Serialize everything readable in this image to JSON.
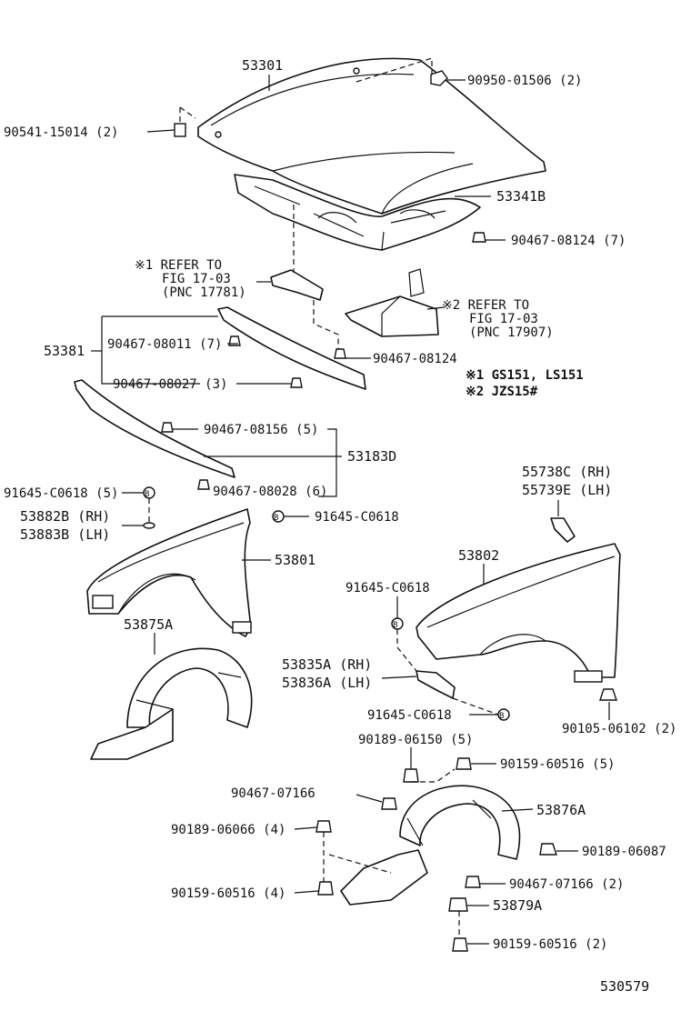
{
  "labels": {
    "hood": "53301",
    "hood_bolt_top": "90950-01506 (2)",
    "hood_bolt_left": "90541-15014 (2)",
    "hood_insulator": "53341B",
    "clip_90467_08124_7": "90467-08124 (7)",
    "note1_line1": "※1 REFER TO",
    "note1_line2": "FIG 17-03",
    "note1_line3": "(PNC 17781)",
    "note2_line1": "※2 REFER TO",
    "note2_line2": "FIG 17-03",
    "note2_line3": "(PNC 17907)",
    "seal_53381": "53381",
    "clip_90467_08011": "90467-08011 (7)",
    "clip_90467_08124": "90467-08124",
    "clip_90467_08027": "90467-08027 (3)",
    "legend1": "※1 GS151, LS151",
    "legend2": "※2 JZS15#",
    "clip_90467_08156": "90467-08156 (5)",
    "seal_53183D": "53183D",
    "clip_90467_08028": "90467-08028 (6)",
    "bolt_91645_c0618_5": "91645-C0618 (5)",
    "part_53882B": "53882B (RH)",
    "part_53883B": "53883B (LH)",
    "bolt_91645_c0618_a": "91645-C0618",
    "fender_lh": "53801",
    "part_55738C": "55738C (RH)",
    "part_55739E": "55739E (LH)",
    "fender_rh": "53802",
    "bolt_91645_c0618_b": "91645-C0618",
    "liner_53875A": "53875A",
    "part_53835A": "53835A (RH)",
    "part_53836A": "53836A (LH)",
    "bolt_91645_c0618_c": "91645-C0618",
    "screw_90105_06102": "90105-06102 (2)",
    "screw_90189_06150": "90189-06150 (5)",
    "screw_90159_60516_5": "90159-60516 (5)",
    "clip_90467_07166": "90467-07166",
    "liner_53876A": "53876A",
    "screw_90189_06066": "90189-06066 (4)",
    "screw_90189_06087": "90189-06087",
    "clip_90467_07166_2": "90467-07166 (2)",
    "screw_90159_60516_4": "90159-60516 (4)",
    "part_53879A": "53879A",
    "screw_90159_60516_2": "90159-60516 (2)",
    "figure_number": "530579"
  }
}
